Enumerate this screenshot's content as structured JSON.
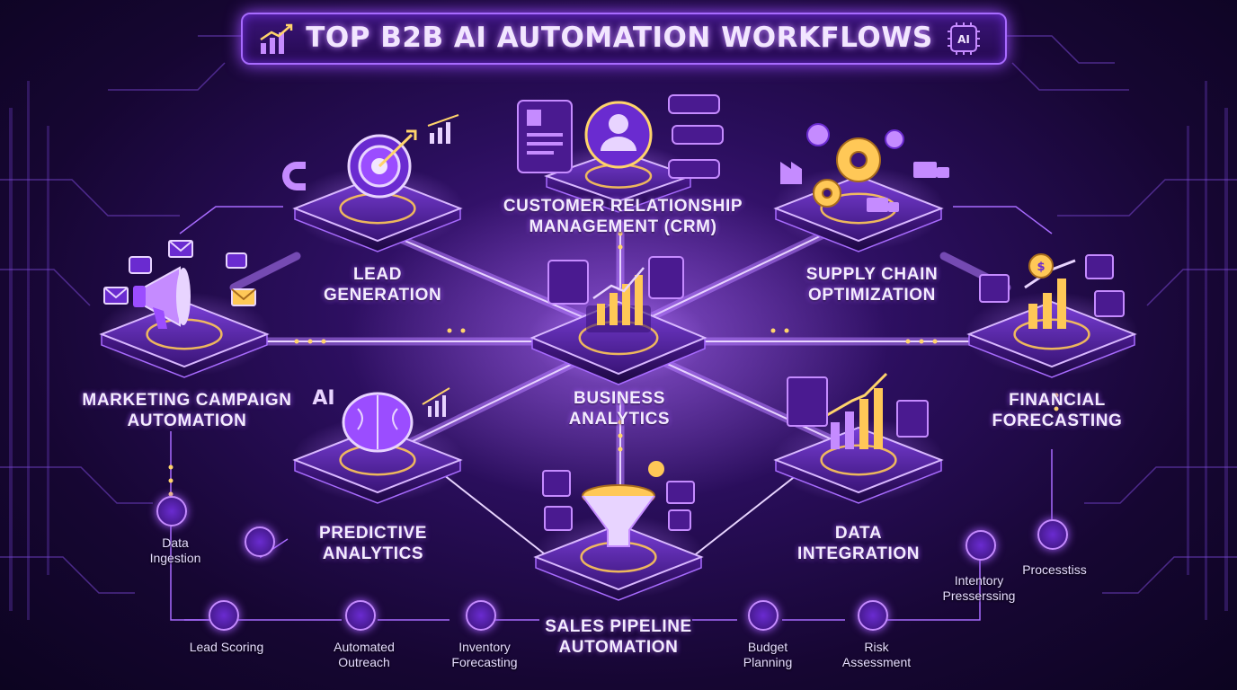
{
  "title": "TOP B2B AI AUTOMATION WORKFLOWS",
  "title_chip_text": "AI",
  "nodes": {
    "lead_generation": {
      "line1": "LEAD",
      "line2": "GENERATION"
    },
    "crm": {
      "line1": "CUSTOMER RELATIONSHIP",
      "line2": "MANAGEMENT (CRM)"
    },
    "supply_chain": {
      "line1": "SUPPLY CHAIN",
      "line2": "OPTIMIZATION"
    },
    "marketing": {
      "line1": "MARKETING CAMPAIGN",
      "line2": "AUTOMATION"
    },
    "business_analytics": {
      "line1": "BUSINESS",
      "line2": "ANALYTICS"
    },
    "financial": {
      "line1": "FINANCIAL",
      "line2": "FORECASTING"
    },
    "predictive": {
      "line1": "PREDICTIVE",
      "line2": "ANALYTICS"
    },
    "data_integration": {
      "line1": "DATA",
      "line2": "INTEGRATION"
    },
    "sales_pipeline": {
      "line1": "SALES PIPELINE",
      "line2": "AUTOMATION"
    }
  },
  "predictive_ai_text": "AI",
  "small_nodes": {
    "data_ingestion": {
      "line1": "Data",
      "line2": "Ingestion"
    },
    "lead_scoring": {
      "line1": "Lead Scoring"
    },
    "automated_outreach": {
      "line1": "Automated",
      "line2": "Outreach"
    },
    "inventory_forecasting": {
      "line1": "Inventory",
      "line2": "Forecasting"
    },
    "budget_planning": {
      "line1": "Budget",
      "line2": "Planning"
    },
    "risk_assessment": {
      "line1": "Risk",
      "line2": "Assessment"
    },
    "intentory": {
      "line1": "Intentory",
      "line2": "Presserssing"
    },
    "processtiss": {
      "line1": "Processtiss"
    }
  },
  "colors": {
    "accent": "#a86bff",
    "glow": "#c58bff",
    "gold": "#ffc857",
    "bg": "#1c0a40"
  }
}
